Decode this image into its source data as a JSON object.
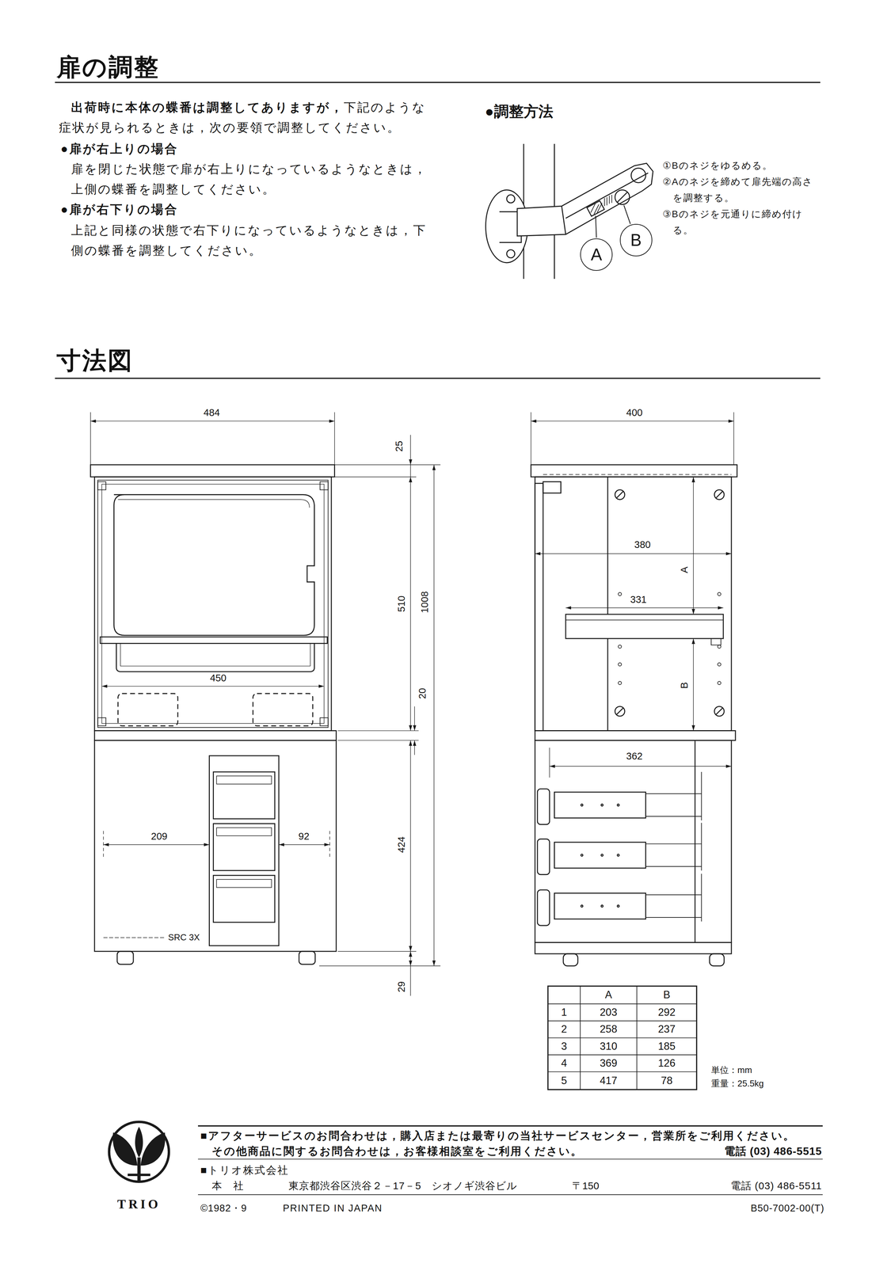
{
  "diagram": {
    "title": "扉の調整",
    "nodes": [
      {
        "text": [
          "A"
        ]
      },
      {
        "text": [
          "B"
        ]
      }
    ],
    "labels": [
      "出荷時に本体の蝶番は調整してありますが，",
      "下記のような症状が見られるときは，次の要領で調整してください。",
      "●扉が右上りの場合",
      "扉を閉じた状態で扉が右上りになっているようなときは，上側の蝶番を調整してください。",
      "●扉が右下りの場合",
      "上記と同様の状態で右下りになっているようなときは，下側の蝶番を調整してください。",
      "●調整方法",
      "①Bのネジをゆるめる。",
      "②Aのネジを締めて扉先端の高さを調整する。",
      "③Bのネジを元通りに締め付ける。",
      "寸法図",
      "484",
      "25",
      "510",
      "1008",
      "450",
      "20",
      "209",
      "92",
      "424",
      "29",
      "SRC 3X",
      "400",
      "380",
      "A",
      "331",
      "B",
      "362",
      "A",
      "B",
      "1",
      "203",
      "292",
      "2",
      "258",
      "237",
      "3",
      "310",
      "185",
      "4",
      "369",
      "126",
      "5",
      "417",
      "78",
      "単位：mm",
      "重量：25.5kg",
      "■アフターサービスのお問合わせは，購入店または最寄りの当社サービスセンター，営業所をご利用ください。",
      "その他商品に関するお問合わせは，お客様相談室をご利用ください。",
      "電話 (03) 486-5515",
      "■トリオ株式会社",
      "本　社",
      "東京都渋谷区渋谷２－17－5　シオノギ渋谷ビル",
      "〒150",
      "電話 (03) 486-5511",
      "TRIO",
      "©1982・9",
      "PRINTED IN JAPAN",
      "B50-7002-00(T)"
    ]
  }
}
